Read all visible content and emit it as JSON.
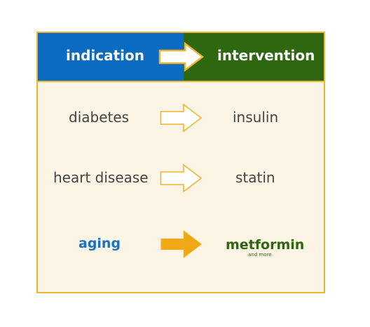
{
  "header": {
    "left_label": "indication",
    "right_label": "intervention"
  },
  "rows": [
    {
      "indication": "diabetes",
      "intervention": "insulin"
    },
    {
      "indication": "heart disease",
      "intervention": "statin"
    },
    {
      "indication": "aging",
      "intervention": "metformin",
      "note": "and more"
    }
  ],
  "colors": {
    "border": "#f0b530",
    "background": "#fcf4e5",
    "indication_header": "#0a6bc0",
    "intervention_header": "#2f6610",
    "highlight_arrow": "#f0a818"
  }
}
